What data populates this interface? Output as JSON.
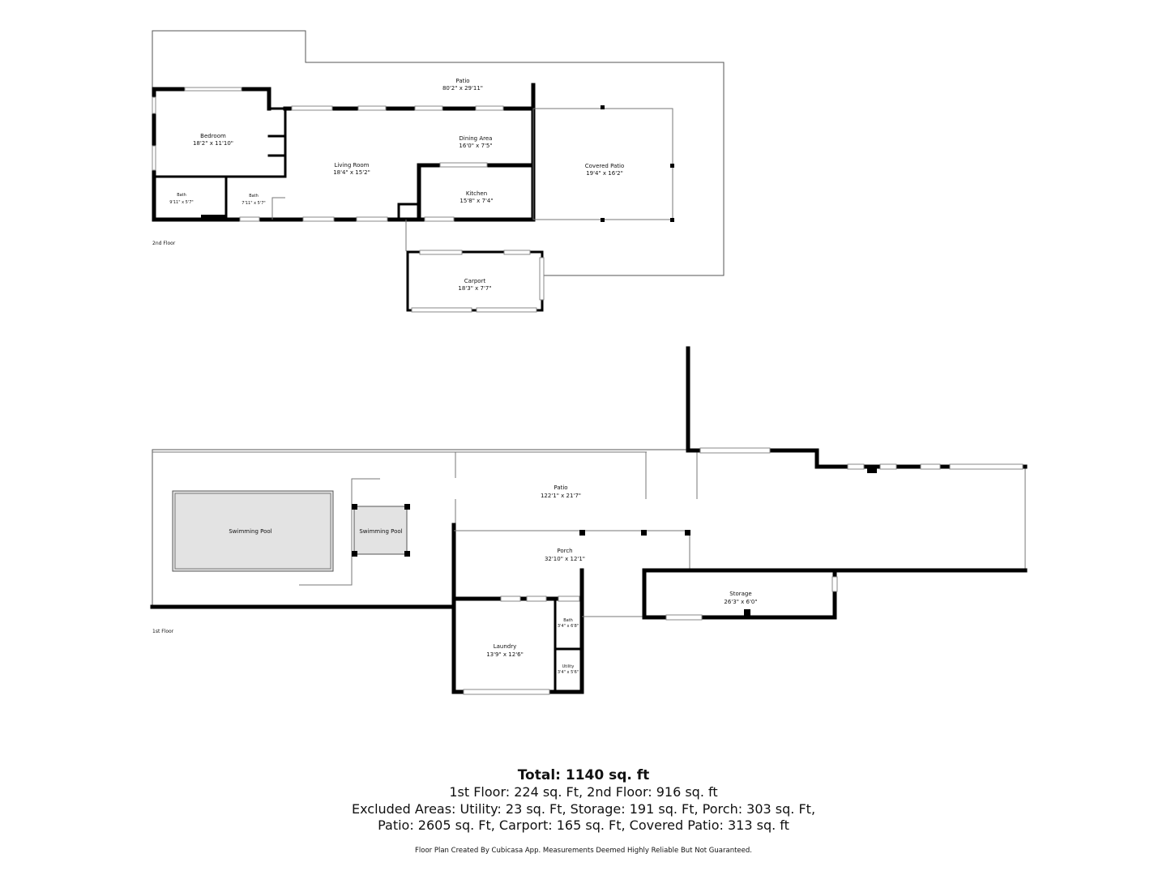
{
  "floors": {
    "second_label": "2nd Floor",
    "first_label": "1st Floor"
  },
  "rooms": {
    "patio_top": {
      "name": "Patio",
      "dims": "80'2\" x 29'11\""
    },
    "bedroom": {
      "name": "Bedroom",
      "dims": "18'2\" x 11'10\""
    },
    "living_room": {
      "name": "Living Room",
      "dims": "18'4\" x 15'2\""
    },
    "dining_area": {
      "name": "Dining Area",
      "dims": "16'0\" x 7'5\""
    },
    "covered_patio": {
      "name": "Covered Patio",
      "dims": "19'4\" x 16'2\""
    },
    "kitchen": {
      "name": "Kitchen",
      "dims": "15'8\" x 7'4\""
    },
    "bath_a": {
      "name": "Bath",
      "dims": "9'11\" x 5'7\""
    },
    "bath_b": {
      "name": "Bath",
      "dims": "7'11\" x 5'7\""
    },
    "carport": {
      "name": "Carport",
      "dims": "18'3\" x 7'7\""
    },
    "pool_main": {
      "name": "Swimming Pool"
    },
    "pool_small": {
      "name": "Swimming Pool"
    },
    "patio_bottom": {
      "name": "Patio",
      "dims": "122'1\" x 21'7\""
    },
    "porch": {
      "name": "Porch",
      "dims": "32'10\" x 12'1\""
    },
    "storage": {
      "name": "Storage",
      "dims": "26'3\" x 6'0\""
    },
    "laundry": {
      "name": "Laundry",
      "dims": "13'9\" x 12'6\""
    },
    "bath_c": {
      "name": "Bath",
      "dims": "3'4\" x 6'8\""
    },
    "utility": {
      "name": "Utility",
      "dims": "3'4\" x 5'6\""
    }
  },
  "summary": {
    "total": "Total: 1140 sq. ft",
    "line1": "1st Floor: 224 sq. Ft, 2nd Floor: 916 sq. ft",
    "line2": "Excluded Areas: Utility: 23 sq. Ft, Storage: 191 sq. Ft, Porch: 303 sq. Ft,",
    "line3": "Patio: 2605 sq. Ft, Carport: 165 sq. Ft, Covered Patio: 313 sq. ft"
  },
  "credit": "Floor Plan Created By Cubicasa App. Measurements Deemed Highly Reliable But Not Guaranteed."
}
